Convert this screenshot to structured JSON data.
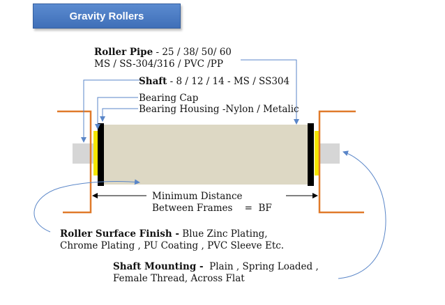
{
  "title": "Gravity Rollers",
  "roller_pipe": {
    "heading": "Roller Pipe",
    "sizes": " - 25 / 38/ 50/ 60",
    "materials": "MS / SS-304/316 / PVC /PP"
  },
  "shaft": {
    "heading": "Shaft",
    "detail": " - 8 / 12 / 14  - MS / SS304"
  },
  "bearing_cap": "Bearing Cap",
  "bearing_housing": "Bearing Housing -Nylon / Metalic",
  "min_distance": {
    "line1": "Minimum Distance",
    "line2": "Between Frames    =  BF"
  },
  "surface_finish": {
    "heading": "Roller Surface Finish -",
    "line1_rest": " Blue Zinc Plating,",
    "line2": "Chrome Plating , PU Coating ,  PVC Sleeve Etc."
  },
  "shaft_mounting": {
    "heading": "Shaft Mounting -",
    "line1_rest": "  Plain , Spring Loaded ,",
    "line2": "Female Thread,  Across Flat"
  },
  "colors": {
    "title_bg": "#4a7cc4",
    "frame": "#e07a2a",
    "pipe": "#ddd8c4",
    "shaft": "#d6d6d6",
    "bearing_cap": "#f5e600",
    "housing": "#000000",
    "arrow": "#5a86c8"
  }
}
